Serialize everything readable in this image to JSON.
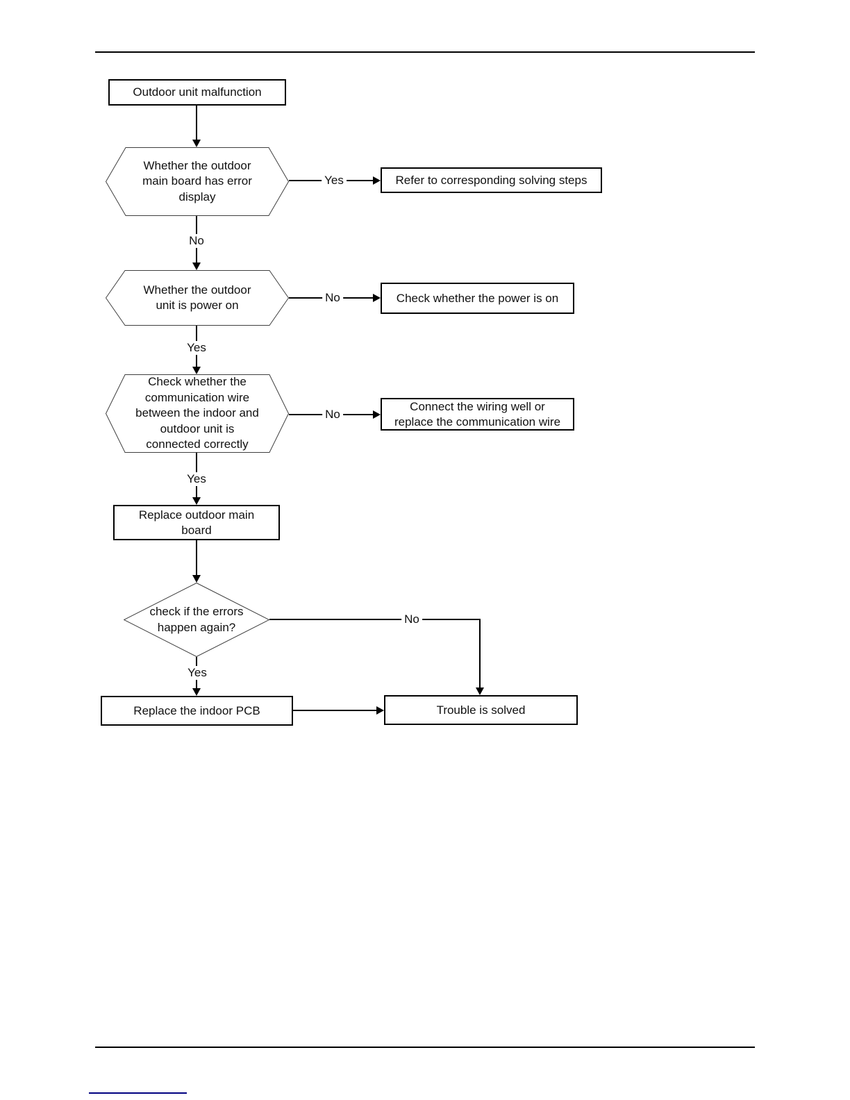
{
  "flowchart": {
    "nodes": {
      "start": "Outdoor unit malfunction",
      "decision_error_display": "Whether the outdoor\nmain board has error\ndisplay",
      "refer_solving_steps": "Refer to corresponding solving steps",
      "decision_power_on": "Whether the outdoor\nunit is power on",
      "check_power": "Check whether the power is on",
      "decision_comm_wire": "Check whether the\ncommunication wire\nbetween the indoor and\noutdoor unit is\nconnected correctly",
      "connect_wiring": "Connect the wiring well or\nreplace the communication wire",
      "replace_outdoor_board": "Replace outdoor main\nboard",
      "decision_errors_again": "check if the errors\nhappen again?",
      "replace_indoor_pcb": "Replace the indoor PCB",
      "trouble_solved": "Trouble is solved"
    },
    "edges": [
      {
        "from": "start",
        "to": "decision_error_display",
        "label": ""
      },
      {
        "from": "decision_error_display",
        "to": "refer_solving_steps",
        "label": "Yes"
      },
      {
        "from": "decision_error_display",
        "to": "decision_power_on",
        "label": "No"
      },
      {
        "from": "decision_power_on",
        "to": "check_power",
        "label": "No"
      },
      {
        "from": "decision_power_on",
        "to": "decision_comm_wire",
        "label": "Yes"
      },
      {
        "from": "decision_comm_wire",
        "to": "connect_wiring",
        "label": "No"
      },
      {
        "from": "decision_comm_wire",
        "to": "replace_outdoor_board",
        "label": "Yes"
      },
      {
        "from": "replace_outdoor_board",
        "to": "decision_errors_again",
        "label": ""
      },
      {
        "from": "decision_errors_again",
        "to": "trouble_solved",
        "label": "No"
      },
      {
        "from": "decision_errors_again",
        "to": "replace_indoor_pcb",
        "label": "Yes"
      },
      {
        "from": "replace_indoor_pcb",
        "to": "trouble_solved",
        "label": ""
      }
    ]
  },
  "colors": {
    "line": "#000000",
    "shape_outline": "#3f3f3f",
    "footer_link_underline": "#000080"
  }
}
